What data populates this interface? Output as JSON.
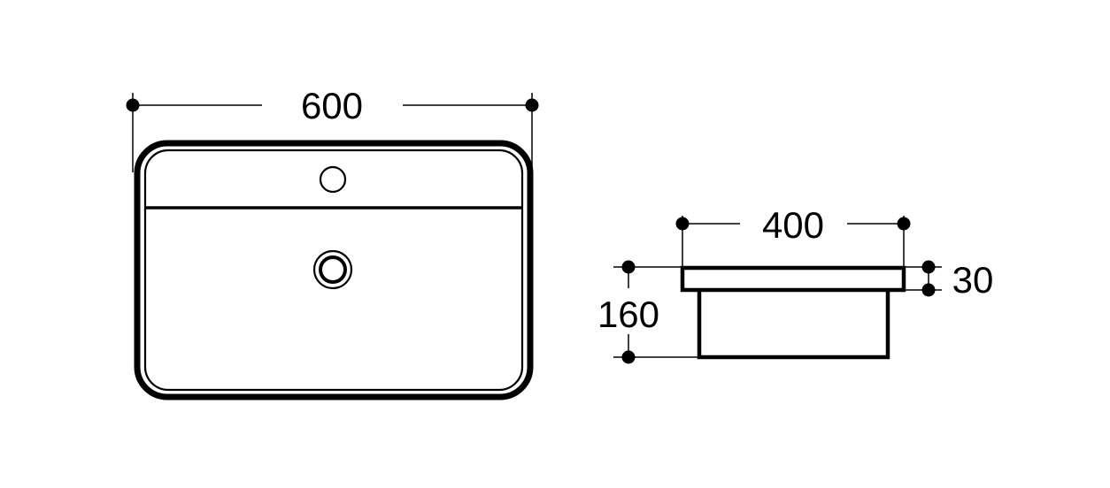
{
  "top_view": {
    "width_label": "600"
  },
  "side_view": {
    "width_label": "400",
    "height_label": "160",
    "rim_label": "30"
  },
  "colors": {
    "line": "#000000",
    "background": "#ffffff"
  }
}
